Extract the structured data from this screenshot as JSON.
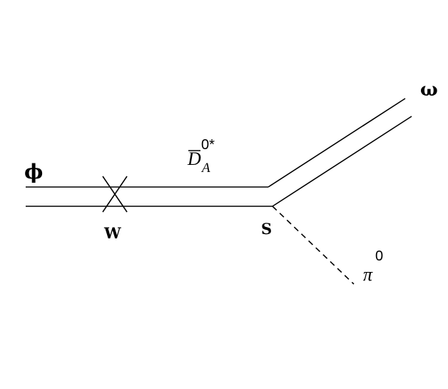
{
  "diagram": {
    "labels": {
      "incoming": "ϕ",
      "weak_vertex": "W",
      "strong_vertex": "S",
      "outgoing_vector": "ω",
      "outgoing_pion": "π",
      "pion_charge": "0",
      "intermediate_base": "D",
      "intermediate_sub": "A",
      "intermediate_sup": "0*"
    },
    "line_color": "#000000"
  }
}
